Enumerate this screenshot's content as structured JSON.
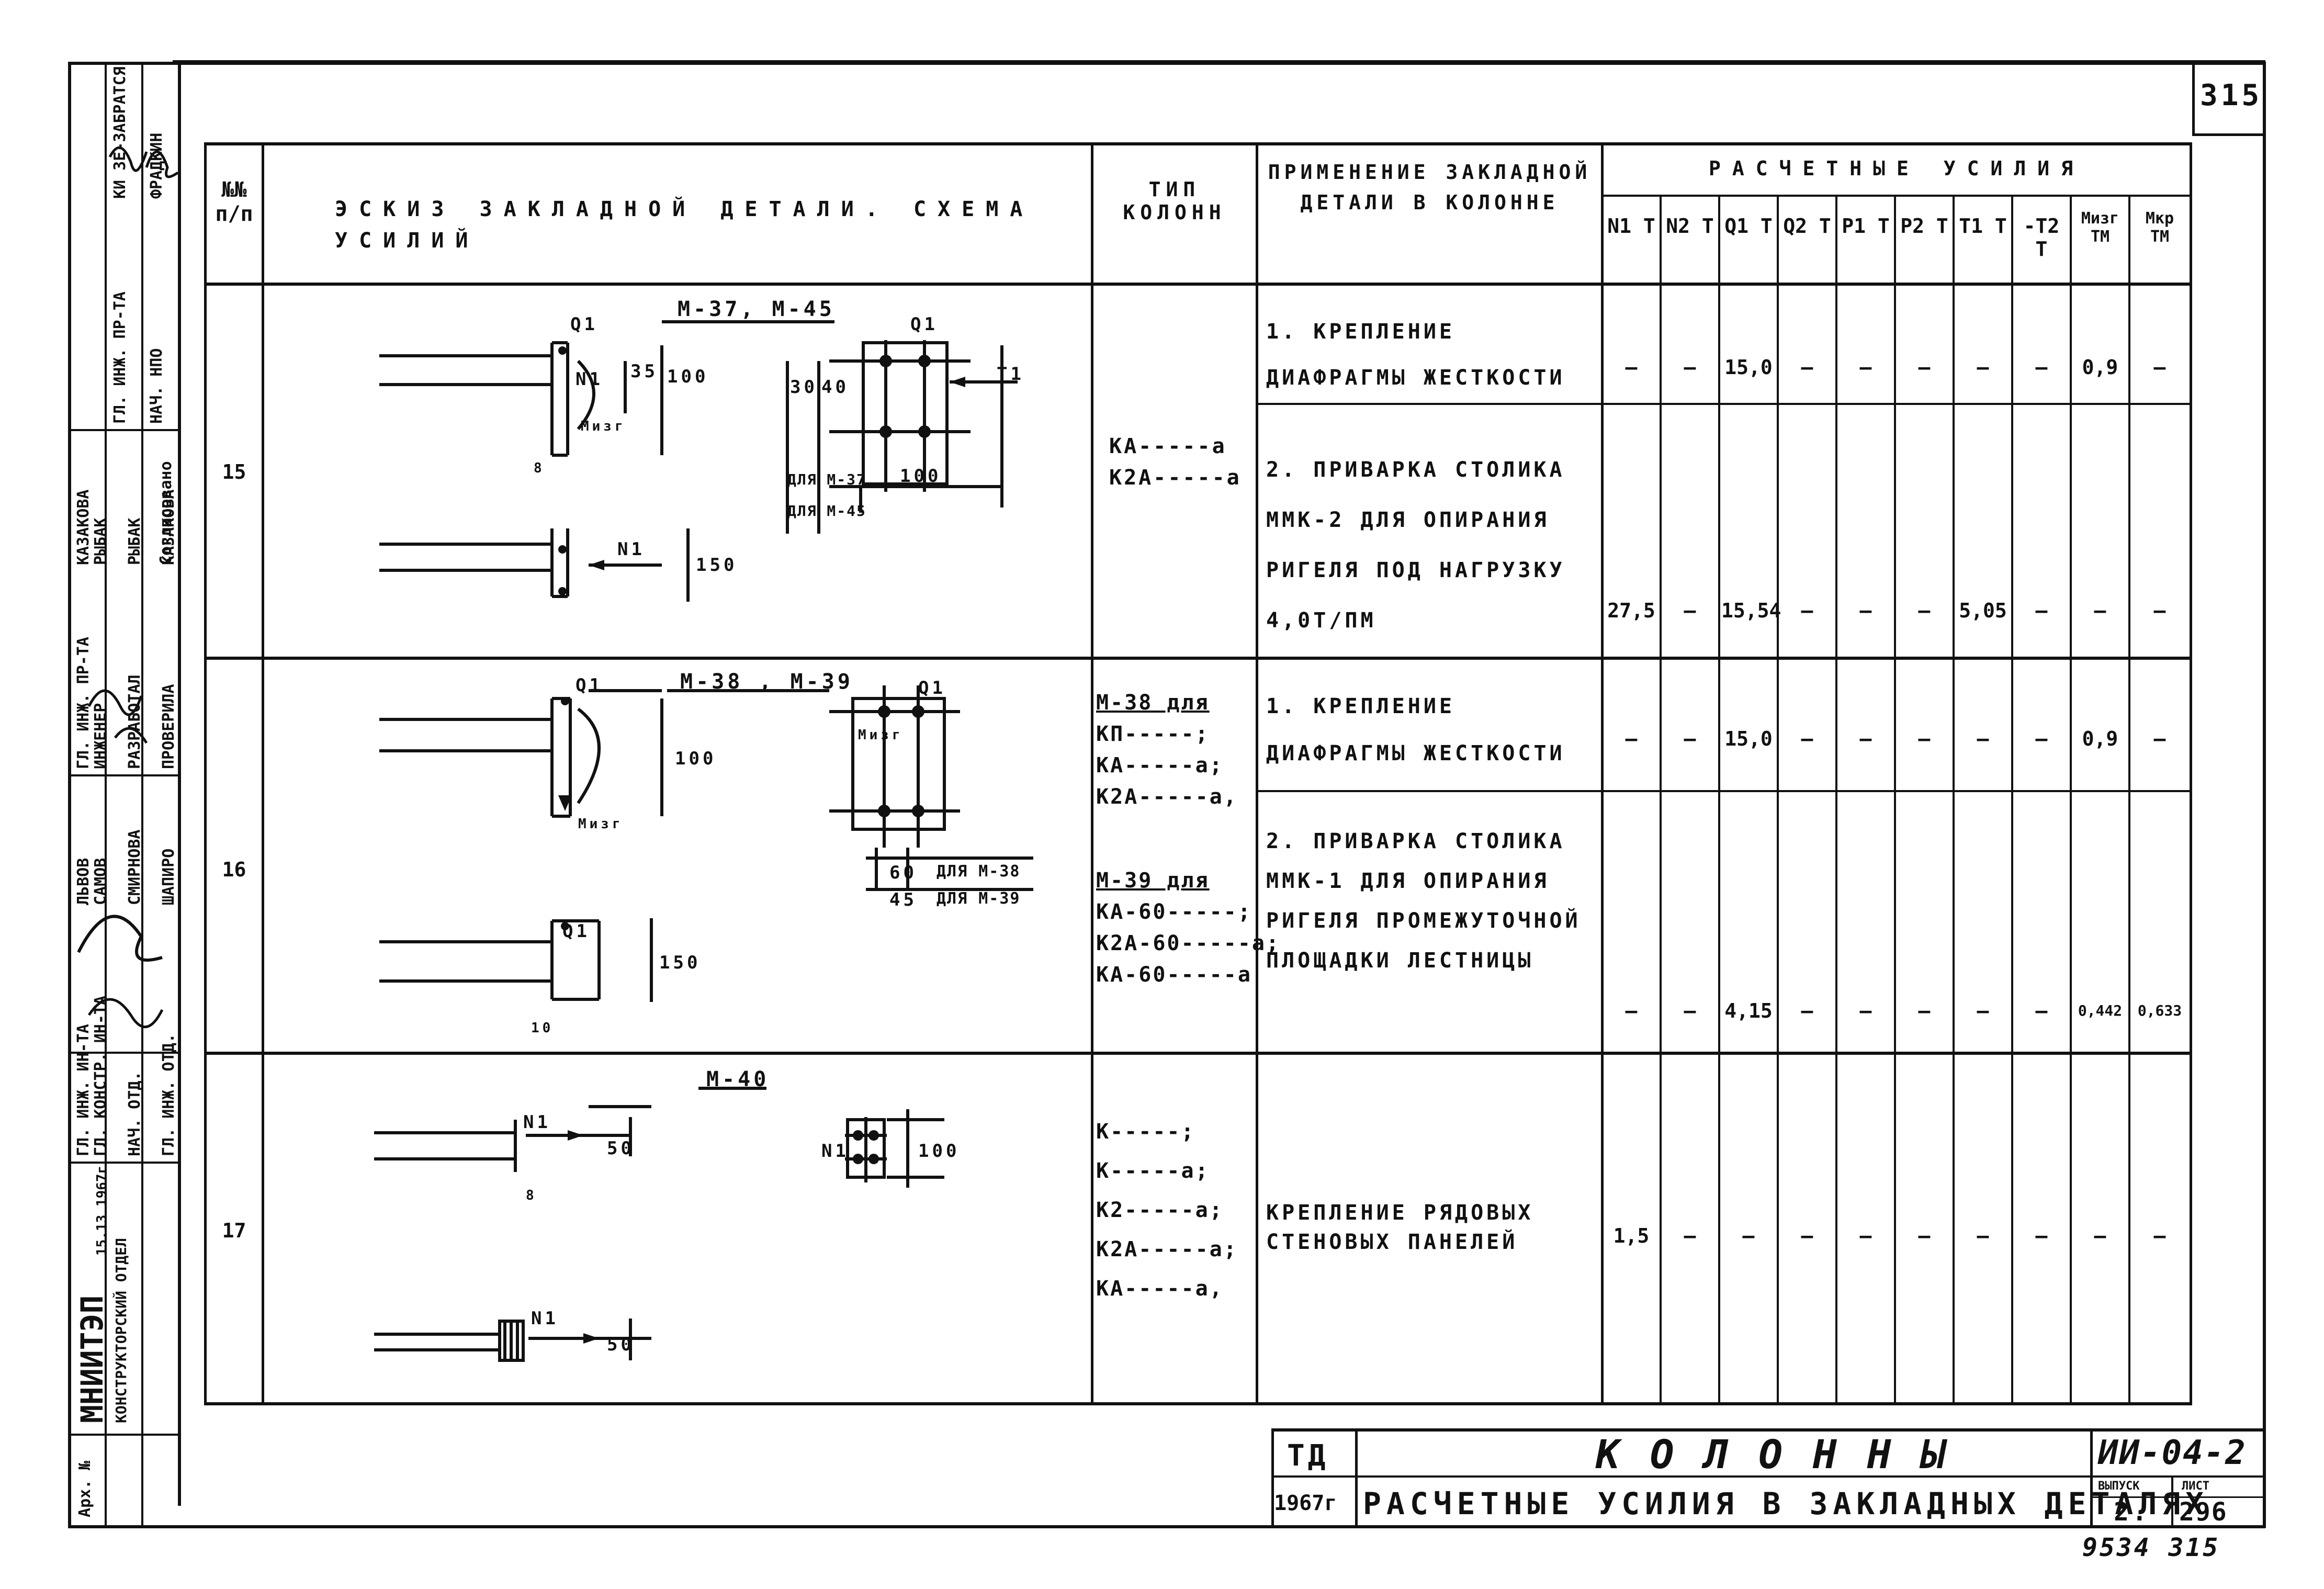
{
  "page_number": "315",
  "bottom_number": "9534 315",
  "stamp_left": {
    "rows_top": [
      "ГЛ. ИНЖ. ИН-ТА",
      "ГЛ. КОНСТР. ИН-ТА",
      "НАЧ. ОТД.",
      "ГЛ. ИНЖ. ОТД."
    ],
    "names_top": [
      "ЛЬВОВ",
      "САМОВ",
      "СМИРНОВА",
      "ШАПИРО"
    ],
    "rows_mid": [
      "ГЛ. ИНЖ. ПР-ТА",
      "ИНЖЕНЕР",
      "РАЗРАБОТАЛ",
      "ПРОВЕРИЛА"
    ],
    "names_mid": [
      "КАЗАКОВА",
      "РЫБАК",
      "РЫБАК",
      "КАЗАКОВА"
    ],
    "agreed": "Согласовано",
    "rows_right": [
      "НАЧ. НПО",
      "ГЛ. ИНЖ. ПР-ТА"
    ],
    "rows_right2": [
      "ФРАДКИН",
      "КИ ЗЕ-ЗАБРАТСЯ"
    ],
    "org": "МНИИТЭП",
    "dept": "КОНСТРУКТОРСКИЙ ОТДЕЛ",
    "date": "15.13 1967г",
    "arch": "Арх. №"
  },
  "table": {
    "headers": {
      "num": "№№ п/п",
      "sketch": "ЭСКИЗ ЗАКЛАДНОЙ ДЕТАЛИ. СХЕМА УСИЛИЙ",
      "column_type": "ТИП КОЛОНН",
      "application": "ПРИМЕНЕНИЕ ЗАКЛАДНОЙ ДЕТАЛИ В КОЛОННЕ",
      "forces": "РАСЧЕТНЫЕ УСИЛИЯ",
      "force_cols": [
        "N1 Т",
        "N2 Т",
        "Q1 Т",
        "Q2 Т",
        "P1 Т",
        "P2 Т",
        "T1 Т",
        "-T2 Т",
        "Mизг ТМ",
        "Mкр ТМ"
      ]
    },
    "rows": [
      {
        "num": "15",
        "sketch_labels": [
          "М-37, М-45",
          "Q1",
          "Q1",
          "T1",
          "N1",
          "N1",
          "Мизг",
          "100",
          "35",
          "150",
          "30",
          "40",
          "100",
          "ДЛЯ М-37",
          "ДЛЯ М-45",
          "8"
        ],
        "column_types": [
          "КА-----а",
          "К2А-----а"
        ],
        "applications": [
          {
            "text": "1. КРЕПЛЕНИЕ ДИАФРАГМЫ ЖЕСТКОСТИ",
            "values": [
              "—",
              "—",
              "15,0",
              "—",
              "—",
              "—",
              "—",
              "—",
              "0,9",
              "—"
            ]
          },
          {
            "text": "2. ПРИВАРКА СТОЛИКА ММК-2 ДЛЯ ОПИРАНИЯ РИГЕЛЯ ПОД НАГРУЗКУ 4,0Т/ПМ",
            "values": [
              "27,5",
              "—",
              "15,54",
              "—",
              "—",
              "—",
              "5,05",
              "—",
              "—",
              "—"
            ]
          }
        ]
      },
      {
        "num": "16",
        "sketch_labels": [
          "М-38 , М-39",
          "Q1",
          "Q1",
          "Q1",
          "Мизг",
          "Мизг",
          "100",
          "150",
          "60",
          "45",
          "ДЛЯ М-38",
          "ДЛЯ М-39",
          "10"
        ],
        "column_types": [
          "М-38 для",
          "КП-----;",
          "КА-----а;",
          "К2А-----а,",
          "М-39 для",
          "КА-60-----;",
          "К2А-60-----а;",
          "КА-60-----а"
        ],
        "applications": [
          {
            "text": "1. КРЕПЛЕНИЕ ДИАФРАГМЫ ЖЕСТКОСТИ",
            "values": [
              "—",
              "—",
              "15,0",
              "—",
              "—",
              "—",
              "—",
              "—",
              "0,9",
              "—"
            ]
          },
          {
            "text": "2. ПРИВАРКА СТОЛИКА ММК-1 ДЛЯ ОПИРАНИЯ РИГЕЛЯ ПРОМЕЖУТОЧНОЙ ПЛОЩАДКИ ЛЕСТНИЦЫ",
            "values": [
              "—",
              "—",
              "4,15",
              "—",
              "—",
              "—",
              "—",
              "—",
              "0,442",
              "0,633"
            ]
          }
        ]
      },
      {
        "num": "17",
        "sketch_labels": [
          "М-40",
          "N1",
          "N1",
          "N1",
          "50",
          "50",
          "100",
          "8"
        ],
        "column_types": [
          "К-----;",
          "К-----а;",
          "К2-----а;",
          "К2А-----а;",
          "КА-----а,"
        ],
        "applications": [
          {
            "text": "КРЕПЛЕНИЕ РЯДОВЫХ СТЕНОВЫХ ПАНЕЛЕЙ",
            "values": [
              "1,5",
              "—",
              "—",
              "—",
              "—",
              "—",
              "—",
              "—",
              "—",
              "—"
            ]
          }
        ]
      }
    ]
  },
  "title_block": {
    "td": "ТД",
    "year": "1967г",
    "title": "КОЛОННЫ",
    "subtitle": "РАСЧЕТНЫЕ УСИЛИЯ В ЗАКЛАДНЫХ ДЕТАЛЯХ",
    "code": "ИИ-04-2",
    "issue_label": "ВЫПУСК",
    "issue": "2.",
    "sheet_label": "ЛИСТ",
    "sheet": "296"
  }
}
